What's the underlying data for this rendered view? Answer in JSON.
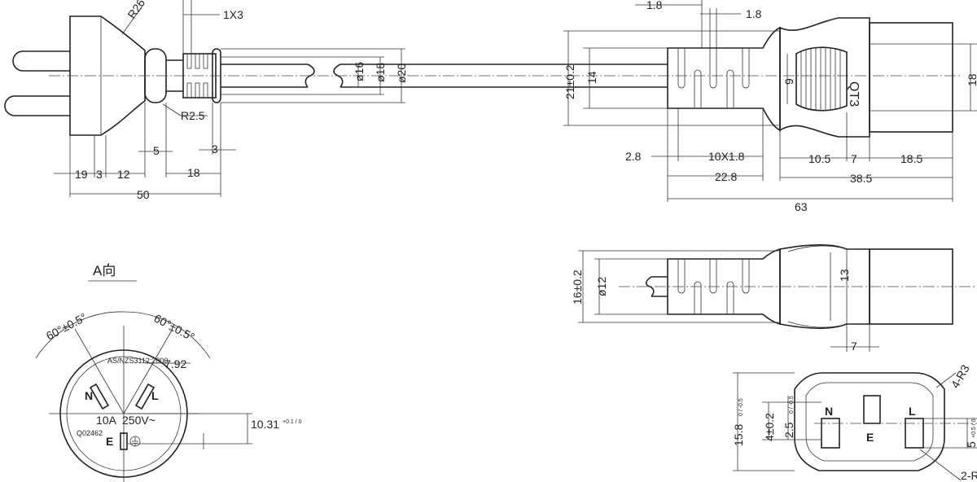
{
  "colors": {
    "line": "#222222",
    "background": "#ffffff"
  },
  "plug_side": {
    "dims": {
      "r26": "R26",
      "one_x3": "1X3",
      "r2_5": "R2.5",
      "d5": "5",
      "d3": "3",
      "d18": "18",
      "d19": "19",
      "d3b": "3",
      "d12": "12",
      "d50": "50",
      "phi16": "ø16",
      "phi18": "ø18",
      "phi20": "ø20"
    }
  },
  "connector_side": {
    "label": "QT3",
    "dims": {
      "top_1_8a": "1.8",
      "top_1_8b": "1.8",
      "h21": "21±0.2",
      "h14": "14",
      "h9": "9",
      "h18": "18",
      "d2_8": "2.8",
      "d10x1_8": "10X1.8",
      "d22_8": "22.8",
      "d10_5": "10.5",
      "d7": "7",
      "d18_5": "18.5",
      "d38_5": "38.5",
      "d63": "63"
    }
  },
  "connector_bottom": {
    "dims": {
      "h16": "16±0.2",
      "h12": "ø12",
      "h13": "13",
      "d7": "7"
    }
  },
  "plug_face": {
    "title": "A向",
    "angle_left": "60°±0.5°",
    "angle_right": "60°±0.5°",
    "d7_92": "7.92",
    "d10_31": "10.31",
    "d10_31_tol": "+0.1 / 0",
    "standard": "AS/NZS3112:2000",
    "rating_a": "10A",
    "rating_v": "250V~",
    "cert": "Q02462",
    "pin_n": "N",
    "pin_l": "L",
    "pin_e": "E"
  },
  "socket_face": {
    "d15_8": "15.8",
    "d15_8_tol": "0 / -0.5",
    "d4": "4±0.2",
    "d2_5": "2.5",
    "d2_5_tol": "0 / -0.5",
    "d5": "5",
    "d5_tol": "+0.5 / 0",
    "d4_r3": "4-R3",
    "d2_r": "2-R",
    "pin_n": "N",
    "pin_e": "E",
    "pin_l": "L"
  }
}
